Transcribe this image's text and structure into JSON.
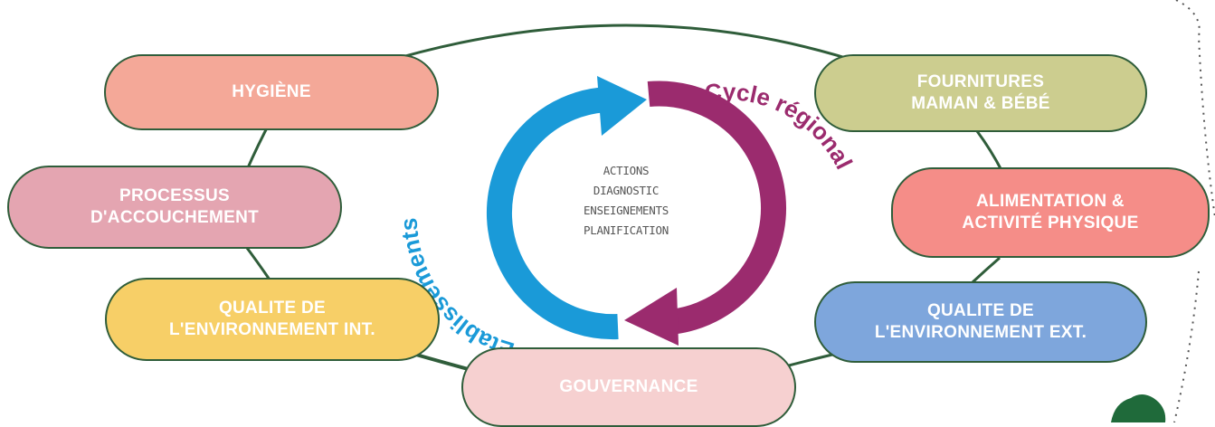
{
  "pills": {
    "hygiene": {
      "label": "HYGIÈNE",
      "color": "#f4a898"
    },
    "processus": {
      "line1": "PROCESSUS",
      "line2": "D'ACCOUCHEMENT",
      "color": "#e4a5b1"
    },
    "qualite_int": {
      "line1": "QUALITE DE",
      "line2": "L'ENVIRONNEMENT INT.",
      "color": "#f7cf67"
    },
    "gouvernance": {
      "label": "GOUVERNANCE",
      "color": "#f6d0d0"
    },
    "fournitures": {
      "line1": "FOURNITURES",
      "line2": "MAMAN & BÉBÉ",
      "color": "#cccd8f"
    },
    "alimentation": {
      "line1": "ALIMENTATION &",
      "line2": "ACTIVITÉ PHYSIQUE",
      "color": "#f58d88"
    },
    "qualite_ext": {
      "line1": "QUALITE DE",
      "line2": "L'ENVIRONNEMENT EXT.",
      "color": "#7ea6dc"
    }
  },
  "cycle": {
    "left_label": "Etablissements",
    "right_label": "Cycle régional",
    "left_color": "#1a9ad8",
    "right_color": "#9b2b6e",
    "center_lines": [
      "ACTIONS",
      "DIAGNOSTIC",
      "ENSEIGNEMENTS",
      "PLANIFICATION"
    ]
  },
  "colors": {
    "connector": "#2f5d3a",
    "dotted_border": "#555555",
    "tree": "#1f6a3a"
  }
}
